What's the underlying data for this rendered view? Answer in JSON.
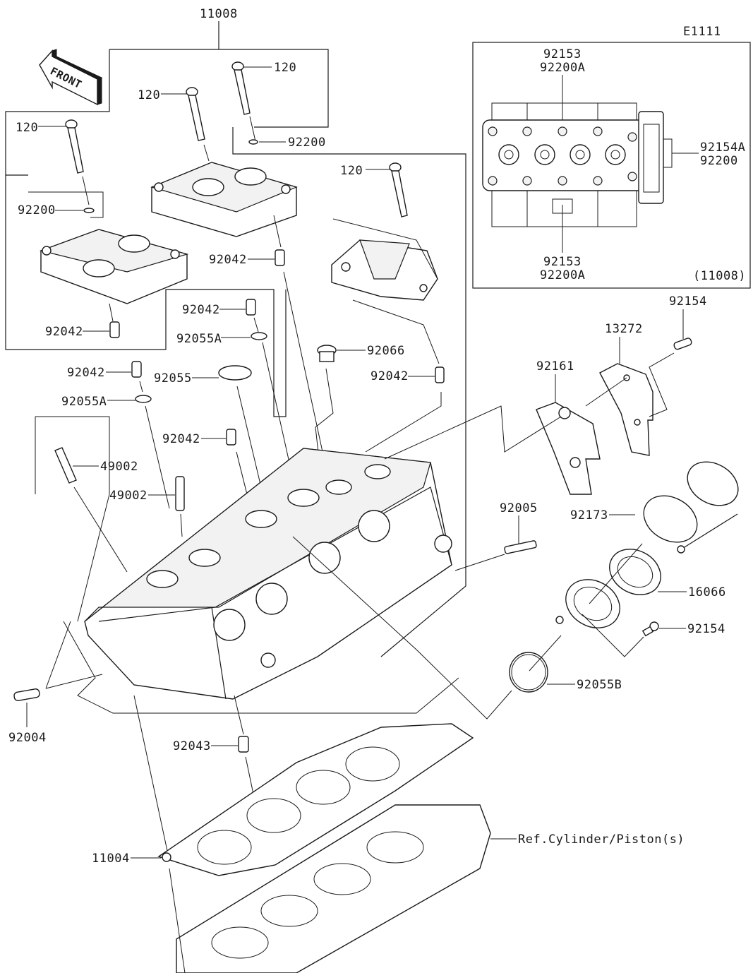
{
  "diagram": {
    "code": "E1111",
    "front_label": "FRONT",
    "inset": {
      "top_labels": [
        "92153",
        "92200A"
      ],
      "bottom_labels": [
        "92153",
        "92200A"
      ],
      "right_labels": [
        "92154A",
        "92200"
      ],
      "assembly_ref": "(11008)"
    },
    "labels": {
      "cam_holder_assy": "11008",
      "bolt_a": "120",
      "bolt_b": "120",
      "bolt_c": "120",
      "bolt_d": "120",
      "washer_a": "92200",
      "washer_b": "92200",
      "dowel_a": "92042",
      "dowel_b": "92042",
      "dowel_c": "92042",
      "dowel_d": "92042",
      "dowel_e": "92042",
      "dowel_f": "92042",
      "oring_a": "92055A",
      "oring_b": "92055A",
      "oring_c": "92055",
      "plug": "92066",
      "guide_a": "49002",
      "guide_b": "49002",
      "screw_top": "92154",
      "cover_plate": "13272",
      "gasket_plate": "92161",
      "fitting": "92005",
      "clamp": "92173",
      "holder": "16066",
      "screw_holder": "92154",
      "oring_holder": "92055B",
      "stud": "92004",
      "dowel_lower": "92043",
      "head_gasket": "11004",
      "cylinder_ref": "Ref.Cylinder/Piston(s)"
    }
  }
}
